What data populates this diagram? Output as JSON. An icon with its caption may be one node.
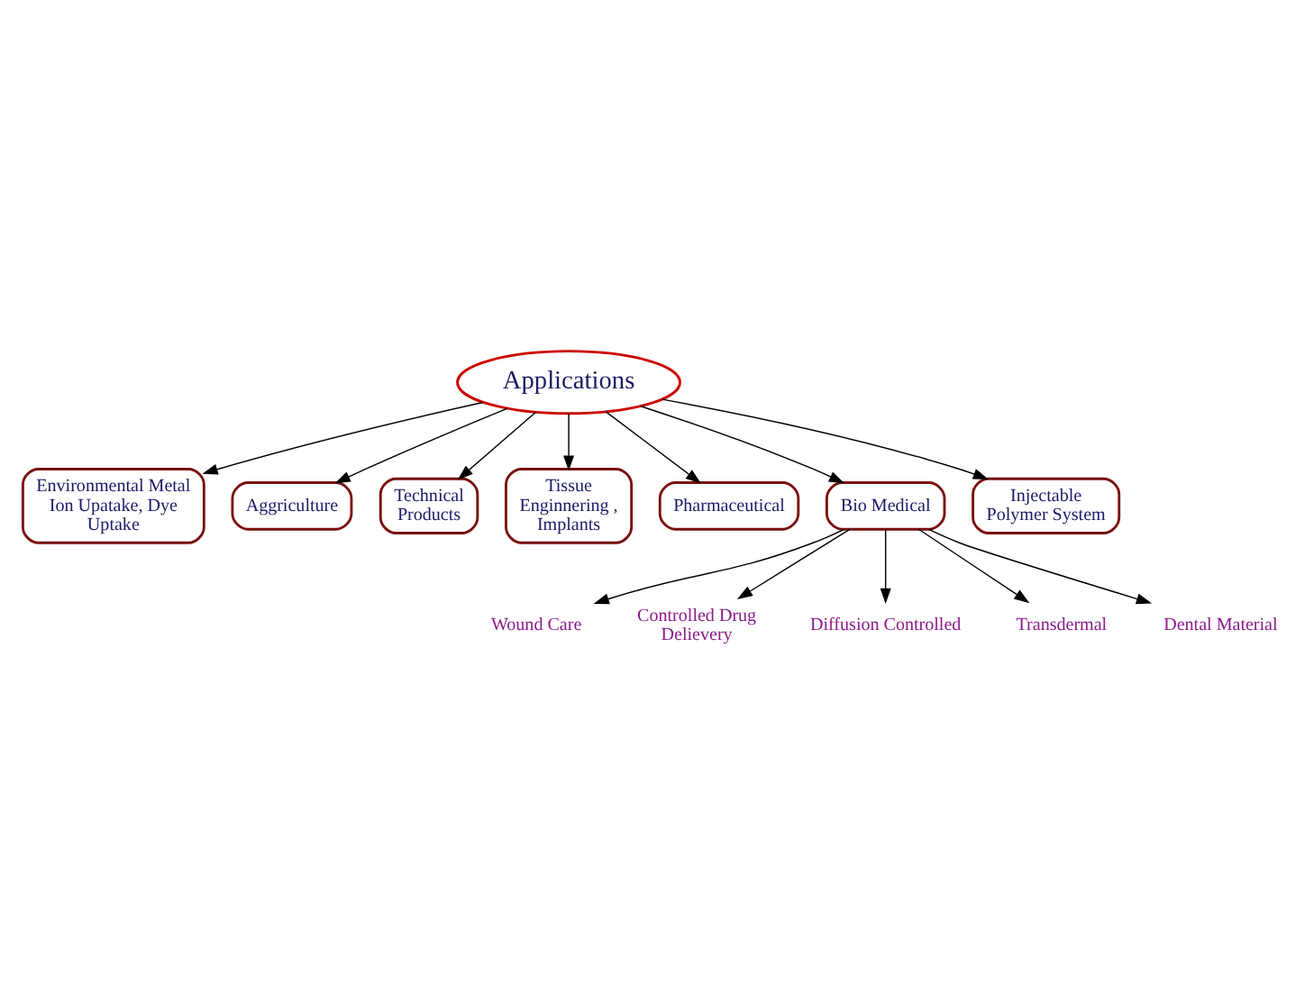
{
  "diagram": {
    "nodes": [
      {
        "text": [
          "Applications"
        ]
      },
      {
        "text": [
          "Environmental Metal Ion Upatake, Dye Uptake"
        ]
      },
      {
        "text": [
          "Aggriculture"
        ]
      },
      {
        "text": [
          "Technical Products"
        ]
      },
      {
        "text": [
          "Tissue Enginnering , Implants"
        ]
      },
      {
        "text": [
          "Pharmaceutical"
        ]
      },
      {
        "text": [
          "Bio Medical"
        ]
      },
      {
        "text": [
          "Injectable Polymer System"
        ]
      },
      {
        "text": [
          "Wound Care"
        ]
      },
      {
        "text": [
          "Controlled Drug Delievery"
        ]
      },
      {
        "text": [
          "Diffusion Controlled"
        ]
      },
      {
        "text": [
          "Transdermal"
        ]
      },
      {
        "text": [
          "Dental Material"
        ]
      }
    ],
    "edges": [
      {
        "from": 0,
        "to": 1,
        "arrow": "to"
      },
      {
        "from": 0,
        "to": 2,
        "arrow": "to"
      },
      {
        "from": 0,
        "to": 3,
        "arrow": "to"
      },
      {
        "from": 0,
        "to": 4,
        "arrow": "to"
      },
      {
        "from": 0,
        "to": 5,
        "arrow": "to"
      },
      {
        "from": 0,
        "to": 6,
        "arrow": "to"
      },
      {
        "from": 0,
        "to": 7,
        "arrow": "to"
      },
      {
        "from": 6,
        "to": 8,
        "arrow": "to"
      },
      {
        "from": 6,
        "to": 9,
        "arrow": "to"
      },
      {
        "from": 6,
        "to": 10,
        "arrow": "to"
      },
      {
        "from": 6,
        "to": 11,
        "arrow": "to"
      },
      {
        "from": 6,
        "to": 12,
        "arrow": "to"
      }
    ]
  }
}
